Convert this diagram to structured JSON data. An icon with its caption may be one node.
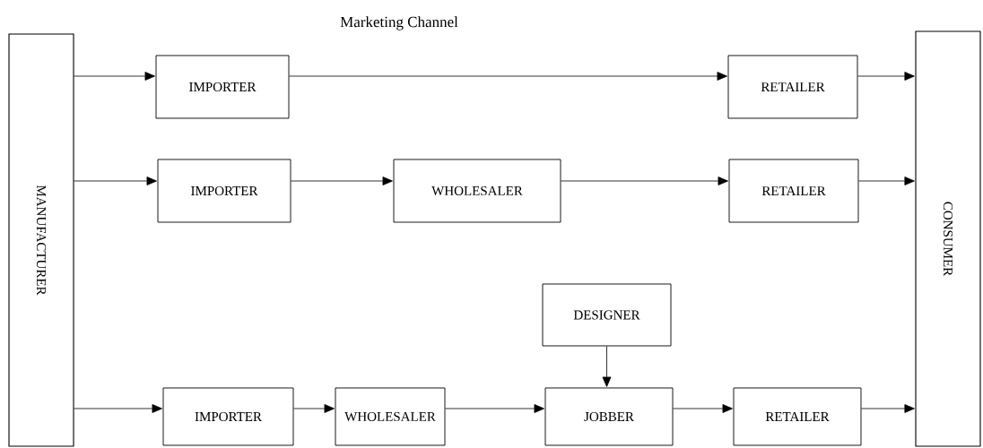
{
  "diagram": {
    "title": "Marketing Channel",
    "nodes": [
      {
        "text": [
          "MANUFACTURER"
        ]
      },
      {
        "text": [
          "IMPORTER"
        ]
      },
      {
        "text": [
          "RETAILER"
        ]
      },
      {
        "text": [
          "IMPORTER"
        ]
      },
      {
        "text": [
          "WHOLESALER"
        ]
      },
      {
        "text": [
          "RETAILER"
        ]
      },
      {
        "text": [
          "DESIGNER"
        ]
      },
      {
        "text": [
          "IMPORTER"
        ]
      },
      {
        "text": [
          "WHOLESALER"
        ]
      },
      {
        "text": [
          "JOBBER"
        ]
      },
      {
        "text": [
          "RETAILER"
        ]
      },
      {
        "text": [
          "CONSUMER"
        ]
      }
    ],
    "edges": [
      {
        "from": 0,
        "to": 1,
        "arrow": "to"
      },
      {
        "from": 1,
        "to": 2,
        "arrow": "to"
      },
      {
        "from": 2,
        "to": 11,
        "arrow": "to"
      },
      {
        "from": 0,
        "to": 3,
        "arrow": "to"
      },
      {
        "from": 3,
        "to": 4,
        "arrow": "to"
      },
      {
        "from": 4,
        "to": 5,
        "arrow": "to"
      },
      {
        "from": 5,
        "to": 11,
        "arrow": "to"
      },
      {
        "from": 6,
        "to": 9,
        "arrow": "to"
      },
      {
        "from": 0,
        "to": 7,
        "arrow": "to"
      },
      {
        "from": 7,
        "to": 8,
        "arrow": "to"
      },
      {
        "from": 8,
        "to": 9,
        "arrow": "to"
      },
      {
        "from": 9,
        "to": 10,
        "arrow": "to"
      },
      {
        "from": 10,
        "to": 11,
        "arrow": "to"
      }
    ]
  }
}
